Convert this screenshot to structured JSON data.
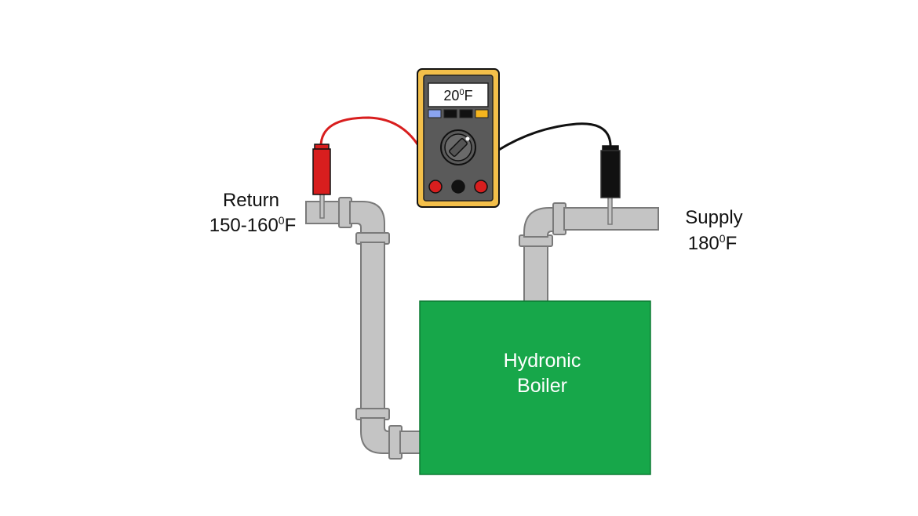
{
  "meter": {
    "reading_value": "20",
    "reading_superscript": "0",
    "reading_unit": "F"
  },
  "return": {
    "label": "Return",
    "temp_value": "150-160",
    "temp_superscript": "0",
    "temp_unit": "F"
  },
  "supply": {
    "label": "Supply",
    "temp_value": "180",
    "temp_superscript": "0",
    "temp_unit": "F"
  },
  "boiler": {
    "line1": "Hydronic",
    "line2": "Boiler"
  },
  "colors": {
    "boiler_fill": "#17a74a",
    "pipe_fill": "#c4c4c4",
    "pipe_stroke": "#7a7a7a",
    "meter_case": "#f3bf4a",
    "meter_body": "#5a5a5a",
    "red_lead": "#d81e1e",
    "black_lead": "#111111",
    "button_blue": "#8aa4f0",
    "button_yellow": "#f6b51e"
  }
}
